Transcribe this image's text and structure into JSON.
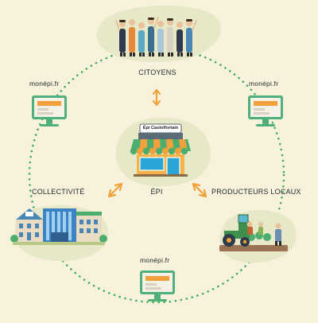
{
  "nodes": {
    "citoyens": "CITOYENS",
    "collectivite": "COLLECTIVITÉ",
    "epi": "ÉPI",
    "producteurs": "PRODUCTEURS LOCAUX"
  },
  "store_sign": "Épi Castelfortain",
  "websites": {
    "left": "monépi.fr",
    "right": "monépi.fr",
    "bottom": "monépi.fr"
  },
  "colors": {
    "background": "#f8f2dc",
    "blob": "#e7e8c8",
    "dotted_circle": "#3fae5a",
    "arrow": "#f0a13a",
    "monitor_frame": "#4fb07c",
    "monitor_screen": "#f5f1e4",
    "monitor_bar": "#f2a03c",
    "awning_green": "#4cae6e",
    "awning_orange": "#f2a03c"
  },
  "icons": {
    "citizens": "people-group-icon",
    "store": "store-icon",
    "collectivity": "town-hall-buildings-icon",
    "producers": "tractor-farmers-icon",
    "website": "computer-monitor-icon"
  }
}
